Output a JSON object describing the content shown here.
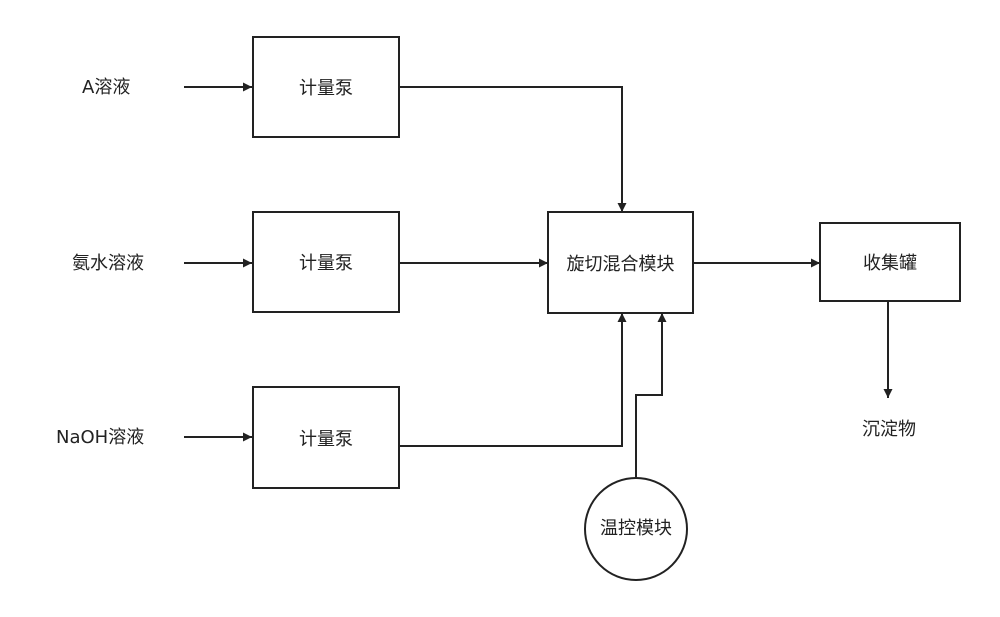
{
  "inputs": {
    "a_solution": "A溶液",
    "ammonia_solution": "氨水溶液",
    "naoh_solution": "NaOH溶液"
  },
  "pumps": {
    "pump_1": "计量泵",
    "pump_2": "计量泵",
    "pump_3": "计量泵"
  },
  "mixer": "旋切混合模块",
  "collector": "收集罐",
  "temperature_control": "温控模块",
  "output": "沉淀物",
  "colors": {
    "line": "#222222",
    "fill": "#ffffff"
  }
}
